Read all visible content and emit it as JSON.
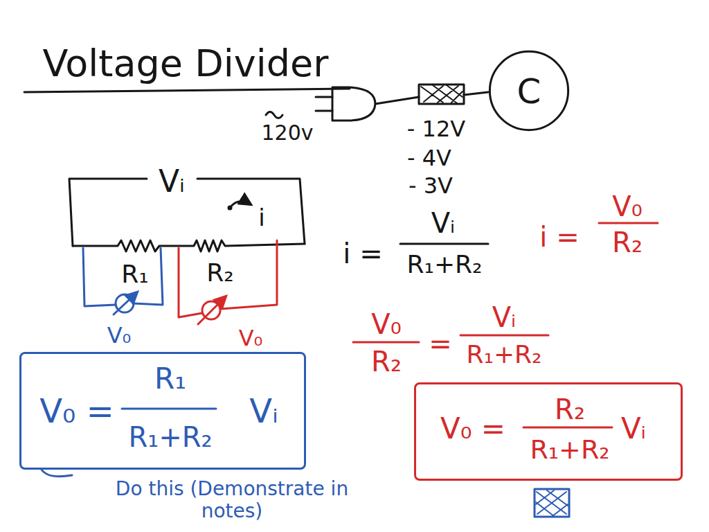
{
  "diagram": {
    "title": "Voltage Divider",
    "nodes": [
      {
        "text": [
          "C"
        ]
      },
      {
        "text": [
          "V₀ =",
          "R₁",
          "R₁+R₂",
          "Vᵢ"
        ]
      },
      {
        "text": [
          "V₀ =",
          "R₂",
          "R₁+R₂",
          "Vᵢ"
        ]
      }
    ],
    "labels": [
      "120v",
      "- 12V",
      "- 4V",
      "- 3V",
      "Vᵢ",
      "i",
      "R₁",
      "R₂",
      "V₀",
      "V₀",
      "i =",
      "Vᵢ",
      "R₁+R₂",
      "i =",
      "V₀",
      "R₂",
      "V₀",
      "R₂",
      "=",
      "Vᵢ",
      "R₁+R₂",
      "Do this (Demonstrate in notes)"
    ]
  }
}
